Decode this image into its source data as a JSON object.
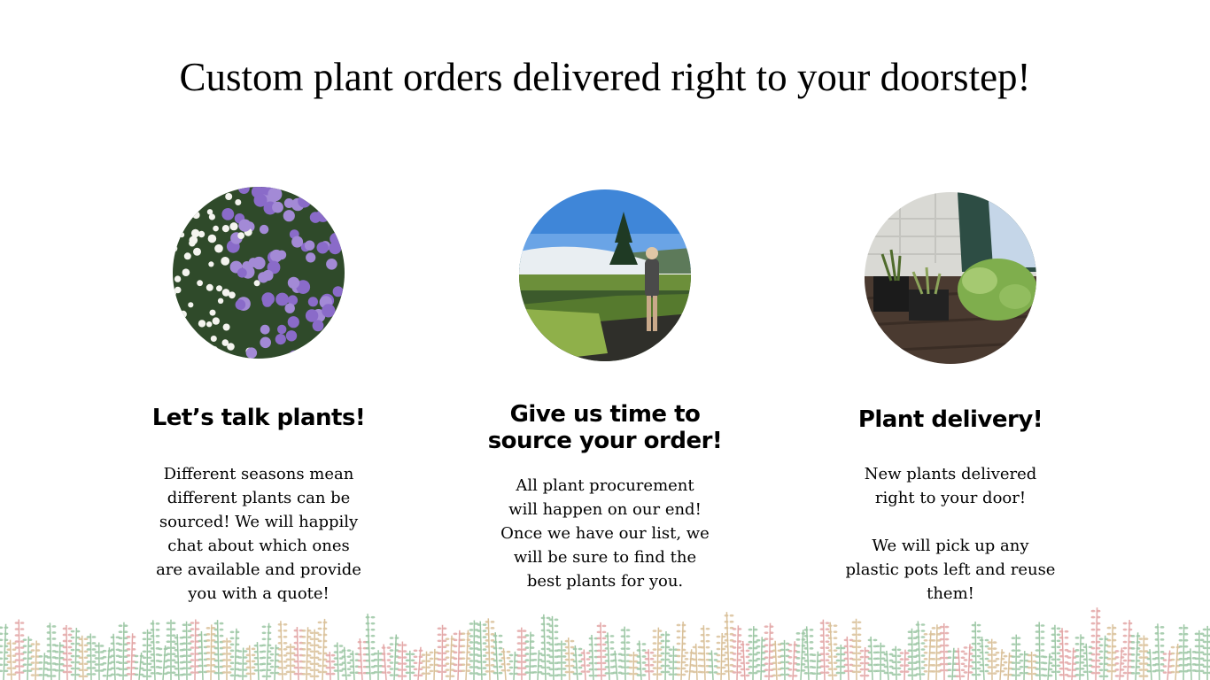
{
  "headline": "Custom plant orders delivered right to your doorstep!",
  "columns": [
    {
      "title": "Let’s talk plants!",
      "text": "Different seasons mean\ndifferent plants can be\nsourced! We will happily\nchat about which ones\nare available and provide\nyou with a quote!"
    },
    {
      "title": "Give us time to source your order!",
      "text": "All plant procurement\nwill happen on our end!\nOnce we have our list, we\nwill be sure to find the\nbest plants for you."
    },
    {
      "title": "Plant delivery!",
      "text": "New plants delivered\nright to your door!\n\nWe will pick up any\nplastic pots left and reuse\nthem!"
    }
  ],
  "colors": {
    "background": "#ffffff",
    "text": "#000000",
    "grass_green": "#9cc7a4",
    "grass_pink": "#e3a7a7",
    "grass_tan": "#d9c19a"
  }
}
